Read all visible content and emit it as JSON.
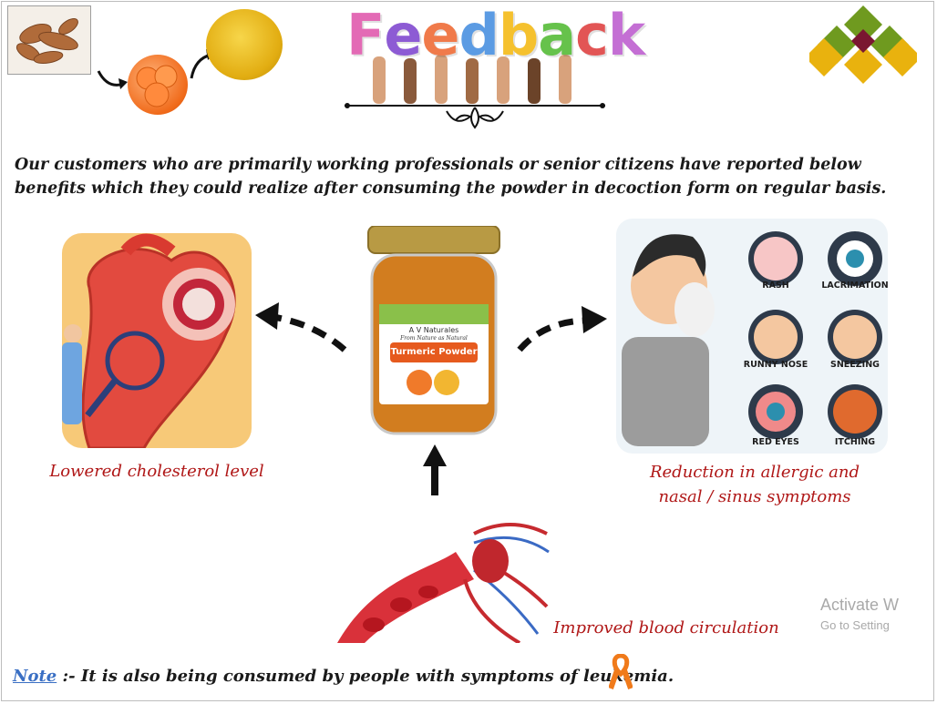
{
  "header": {
    "title_letters": [
      "F",
      "e",
      "e",
      "d",
      "b",
      "a",
      "c",
      "k"
    ],
    "title_colors": [
      "#e36ab5",
      "#8d5bd4",
      "#f07a4a",
      "#5b9be3",
      "#f5c12e",
      "#66c24b",
      "#e25555",
      "#c46fd4"
    ]
  },
  "intro": "Our customers  who are primarily working professionals  or senior citizens  have reported  below benefits which they could realize after consuming the powder in decoction form on regular basis.",
  "jar": {
    "brand": "A V Naturales",
    "tagline": "From Nature as Natural",
    "product": "Turmeric Powder",
    "accent": "#e65a1e"
  },
  "benefits": {
    "cholesterol": "Lowered  cholesterol  level",
    "allergy_line1": "Reduction in allergic and",
    "allergy_line2": "nasal / sinus symptoms",
    "blood": "Improved blood circulation"
  },
  "symptoms": [
    "RASH",
    "LACRIMATION",
    "RUNNY NOSE",
    "SNEEZING",
    "RED EYES",
    "ITCHING"
  ],
  "watermark": {
    "line1": "Activate W",
    "line2": "Go to Setting"
  },
  "note": {
    "label": "Note",
    "text": " :-  It is also being consumed by people with symptoms of leukemia."
  },
  "colors": {
    "caption": "#b01717",
    "note_label": "#3a6fc4",
    "logo_green": "#6f9a1f",
    "logo_yellow": "#e9b20e",
    "logo_maroon": "#7a1731"
  }
}
